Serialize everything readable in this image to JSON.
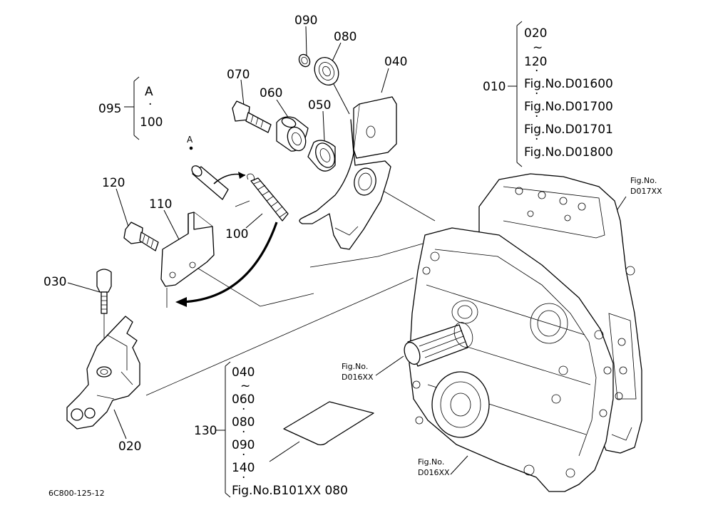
{
  "callouts": {
    "c090": "090",
    "c080": "080",
    "c070": "070",
    "c060": "060",
    "c050": "050",
    "c040": "040",
    "c095": "095",
    "c010": "010",
    "c120": "120",
    "c110": "110",
    "c100": "100",
    "c030": "030",
    "c020": "020",
    "c130": "130"
  },
  "point_a": "A",
  "group_095": [
    "A",
    "·",
    "100"
  ],
  "group_010": [
    "020",
    "~",
    "120",
    "·",
    "Fig.No.D01600",
    "·",
    "Fig.No.D01700",
    "·",
    "Fig.No.D01701",
    "·",
    "Fig.No.D01800"
  ],
  "group_130": [
    "040",
    "~",
    "060",
    "·",
    "080",
    "·",
    "090",
    "·",
    "140",
    "·",
    "Fig.No.B101XX  080"
  ],
  "refs": {
    "d017_line1": "Fig.No.",
    "d017_line2": "D017XX",
    "d016a_line1": "Fig.No.",
    "d016a_line2": "D016XX",
    "d016b_line1": "Fig.No.",
    "d016b_line2": "D016XX"
  },
  "drawing_code": "6C800-125-12"
}
